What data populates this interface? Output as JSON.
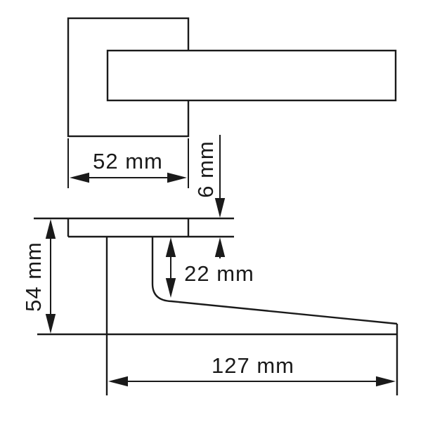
{
  "colors": {
    "line": "#1a1a1a",
    "background": "#ffffff"
  },
  "dimensions": {
    "plate_width": {
      "value": 52,
      "unit": "mm",
      "label": "52 mm"
    },
    "plate_thickness": {
      "value": 6,
      "unit": "mm",
      "label": "6 mm"
    },
    "neck_offset": {
      "value": 22,
      "unit": "mm",
      "label": "22 mm"
    },
    "overall_depth": {
      "value": 54,
      "unit": "mm",
      "label": "54 mm"
    },
    "lever_length": {
      "value": 127,
      "unit": "mm",
      "label": "127 mm"
    }
  }
}
